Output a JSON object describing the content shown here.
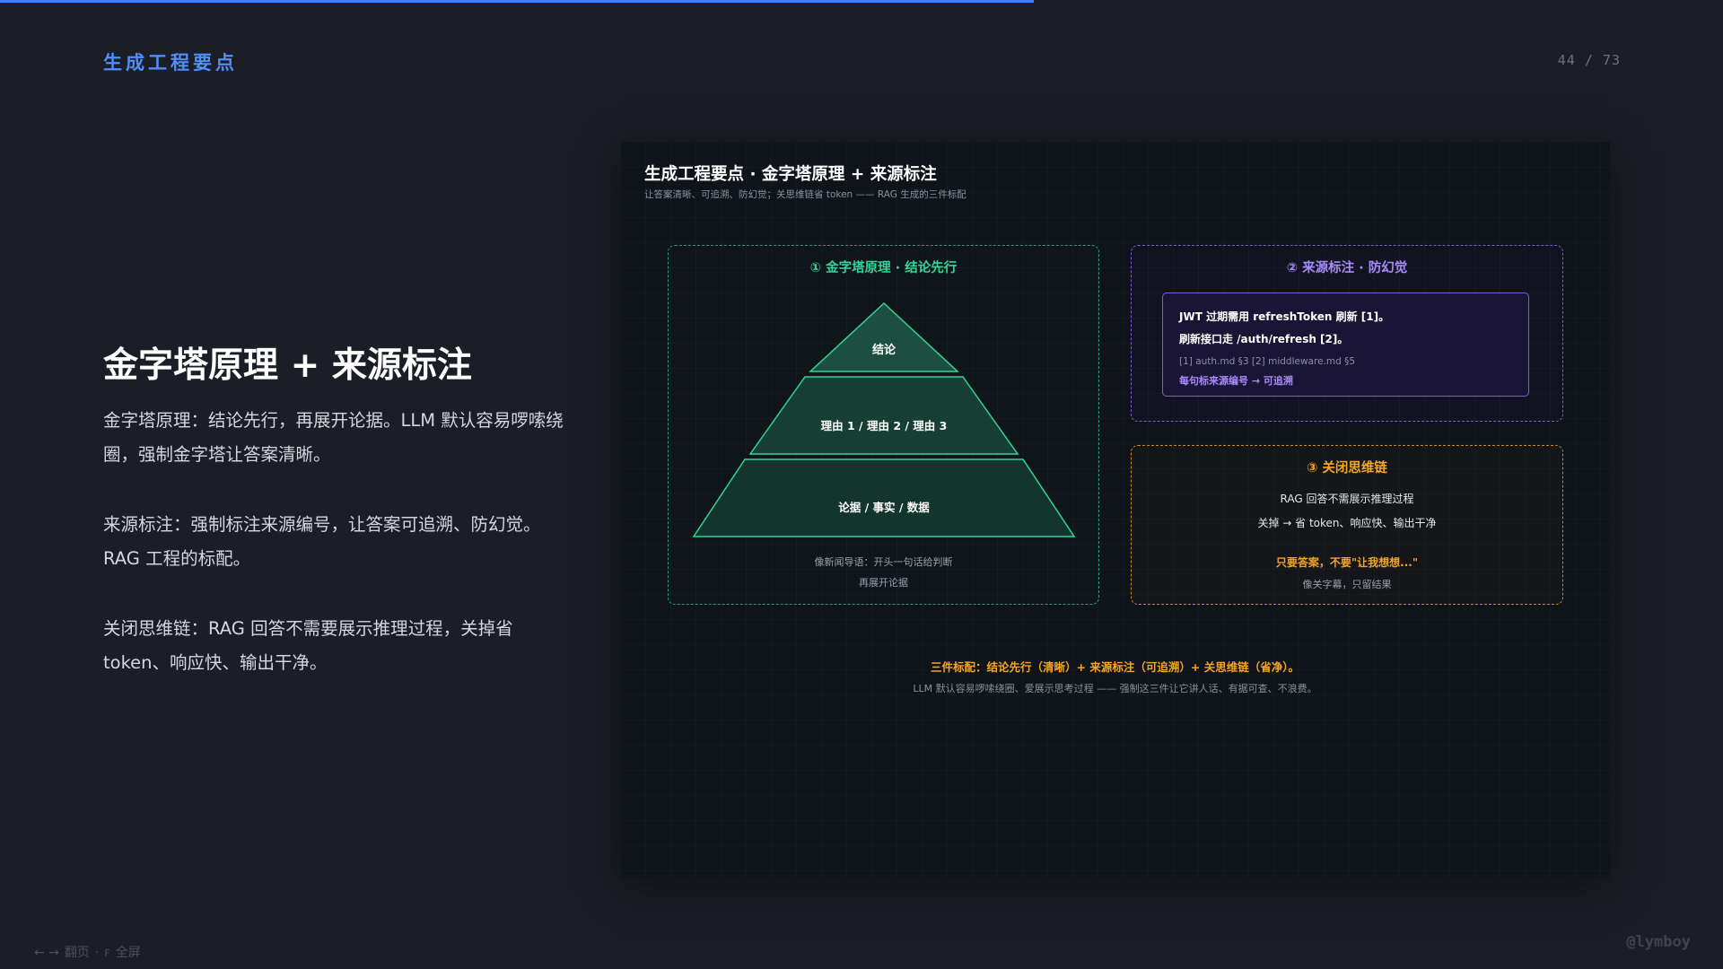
{
  "progress": {
    "value_percent": 60,
    "color": "#3b82f6"
  },
  "header": {
    "section_title": "生成工程要点",
    "page_counter": "44 / 73"
  },
  "left": {
    "heading": "金字塔原理 + 来源标注",
    "paragraphs": [
      "金字塔原理：结论先行，再展开论据。LLM 默认容易啰嗦绕圈，强制金字塔让答案清晰。",
      "来源标注：强制标注来源编号，让答案可追溯、防幻觉。RAG 工程的标配。",
      "关闭思维链：RAG 回答不需要展示推理过程，关掉省 token、响应快、输出干净。"
    ]
  },
  "footer": {
    "hint_arrows": "← →",
    "hint_page": "翻页",
    "hint_dot": "·",
    "hint_key": "F",
    "hint_fullscreen": "全屏",
    "handle": "@lymboy"
  },
  "slide": {
    "title": "生成工程要点 · 金字塔原理 + 来源标注",
    "subtitle": "让答案清晰、可追溯、防幻觉；关思维链省 token —— RAG 生成的三件标配",
    "pyramid_box": {
      "heading": "① 金字塔原理 · 结论先行",
      "levels": [
        "结论",
        "理由 1 / 理由 2 / 理由 3",
        "论据 / 事实 / 数据"
      ],
      "note_line1": "像新闻导语：开头一句话给判断",
      "note_line2": "再展开论据"
    },
    "source_box": {
      "heading": "② 来源标注 · 防幻觉",
      "line1": "JWT 过期需用 refreshToken 刷新 [1]。",
      "line2": "刷新接口走 /auth/refresh [2]。",
      "refs": "[1] auth.md §3 [2] middleware.md §5",
      "note": "每句标来源编号 → 可追溯"
    },
    "cot_box": {
      "heading": "③ 关闭思维链",
      "line1": "RAG 回答不需展示推理过程",
      "line2": "关掉 → 省 token、响应快、输出干净",
      "highlight": "只要答案，不要\"让我想想...\"",
      "note": "像关字幕，只留结果"
    },
    "summary_line1": "三件标配：结论先行（清晰）+ 来源标注（可追溯）+ 关思维链（省净）。",
    "summary_line2": "LLM 默认容易啰嗦绕圈、爱展示思考过程 —— 强制这三件让它讲人话、有据可查、不浪费。"
  },
  "colors": {
    "green": "#34d399",
    "purple": "#a78bfa",
    "orange": "#f5a524",
    "accent_blue": "#4f8ff7"
  }
}
